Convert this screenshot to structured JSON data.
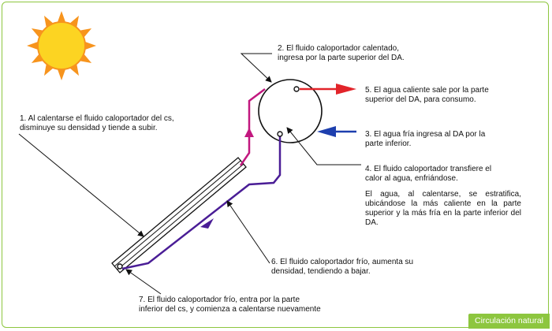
{
  "labels": {
    "note1_line1": "1. Al calentarse el fluido caloportador del cs,",
    "note1_line2": "disminuye su densidad y tiende a subir.",
    "note2_line1": "2. El fluido caloportador calentado,",
    "note2_line2": "ingresa por la parte superior del DA.",
    "note3_line1": "3. El agua fría ingresa al DA por la",
    "note3_line2": "parte inferior.",
    "note4_line1": "4. El fluido caloportador transfiere el",
    "note4_line2": "calor al agua, enfriándose.",
    "note4b": "El agua, al calentarse, se estratifica, ubicándose la más caliente en la parte superior y la más fría en la parte inferior del DA.",
    "note5_line1": "5. El agua caliente sale por la parte",
    "note5_line2": "superior del DA, para consumo.",
    "note6_line1": "6. El fluido caloportador frío, aumenta su",
    "note6_line2": "densidad, tendiendo a bajar.",
    "note7_line1": "7. El fluido caloportador frío, entra por la parte",
    "note7_line2": "inferior del cs, y comienza a calentarse nuevamente"
  },
  "caption": "Circulación natural",
  "colors": {
    "frame": "#8dc63f",
    "sun_body": "#fcd422",
    "sun_rays": "#f7941d",
    "hot_arrow": "#e2242a",
    "cold_arrow": "#1d3fae",
    "hot_fluid": "#c2187f",
    "cold_fluid": "#4a1d96"
  },
  "icons": [
    "sun-icon"
  ]
}
